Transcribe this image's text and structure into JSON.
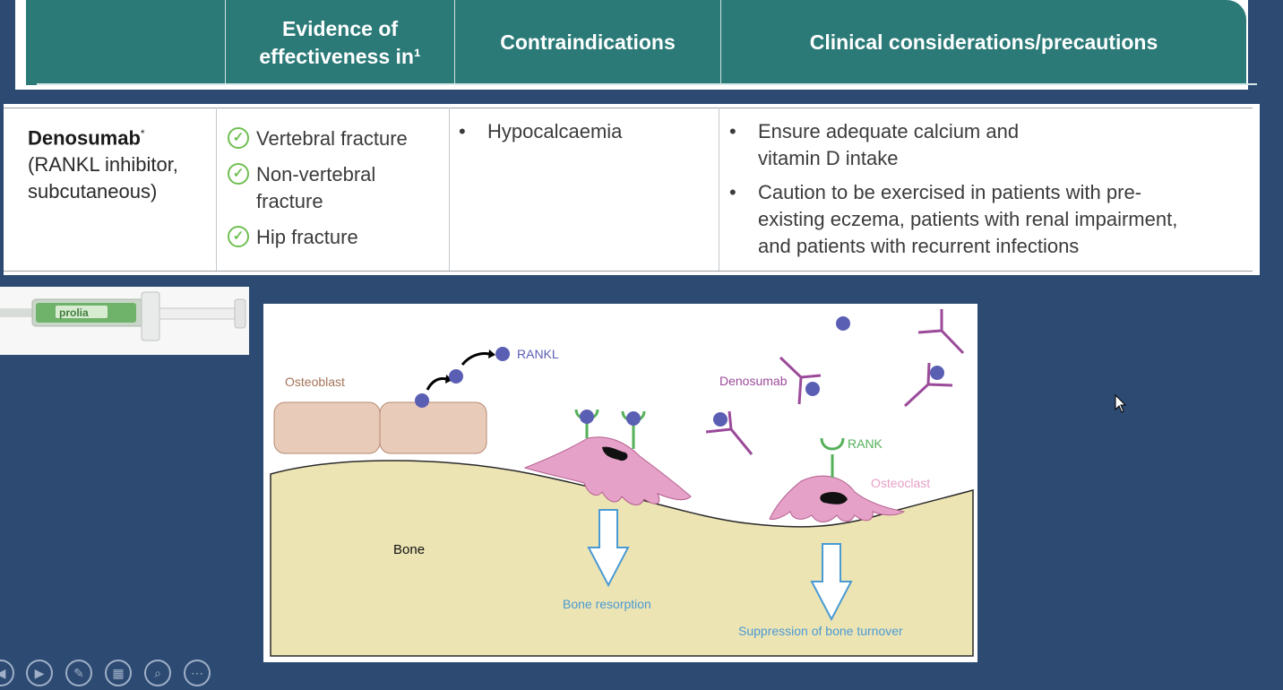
{
  "header": {
    "col0": "",
    "col1_line1": "Evidence of",
    "col1_line2": "effectiveness in¹",
    "col2": "Contraindications",
    "col3": "Clinical considerations/precautions"
  },
  "row": {
    "drug_name": "Denosumab",
    "drug_sup": "*",
    "drug_line2": "(RANKL inhibitor,",
    "drug_line3": "subcutaneous)",
    "evidence": [
      {
        "line1": "Vertebral fracture",
        "line2": ""
      },
      {
        "line1": "Non-vertebral",
        "line2": "fracture"
      },
      {
        "line1": "Hip fracture",
        "line2": ""
      }
    ],
    "contraindications": [
      "Hypocalcaemia"
    ],
    "considerations": [
      {
        "line1": "Ensure adequate calcium and",
        "line2": "vitamin D intake",
        "line3": ""
      },
      {
        "line1": "Caution to be exercised in patients with pre-",
        "line2": "existing eczema, patients with renal impairment,",
        "line3": "and patients with recurrent infections"
      }
    ]
  },
  "syringe": {
    "label": "prolia"
  },
  "diagram": {
    "rankl": "RANKL",
    "osteoblast": "Osteoblast",
    "denosumab": "Denosumab",
    "rank": "RANK",
    "osteoclast": "Osteoclast",
    "bone": "Bone",
    "resorption": "Bone resorption",
    "suppression": "Suppression of bone turnover"
  },
  "colors": {
    "header_bg": "#2b7a78",
    "page_bg": "#2c4a72",
    "check_green": "#6fbf52",
    "rankl_blue": "#5b5fb4",
    "denosumab_purple": "#9b4a9a",
    "rank_green": "#55b05a",
    "osteoclast_pink": "#e6a1c8",
    "bone_fill": "#ede4b4",
    "arrow_blue": "#4a9ad3"
  },
  "toolbar": {
    "icons": [
      "previous-icon",
      "next-icon",
      "pen-icon",
      "slides-icon",
      "zoom-icon",
      "more-icon"
    ]
  }
}
